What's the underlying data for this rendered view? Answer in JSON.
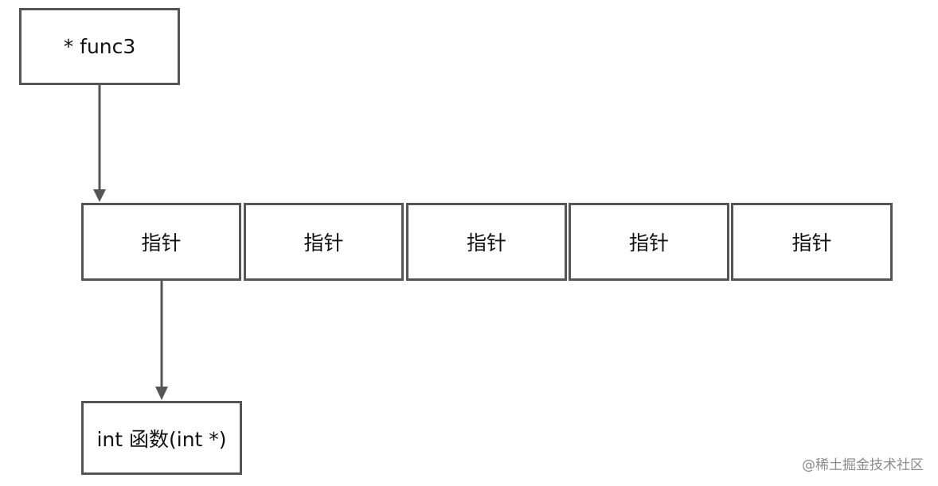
{
  "diagram": {
    "top_node": "* func3",
    "array_cells": [
      "指针",
      "指针",
      "指针",
      "指针",
      "指针"
    ],
    "bottom_node": "int 函数(int *)"
  },
  "watermark": "@稀土掘金技术社区",
  "colors": {
    "stroke": "#555555",
    "text": "#111111",
    "watermark": "#8a8a8a"
  }
}
